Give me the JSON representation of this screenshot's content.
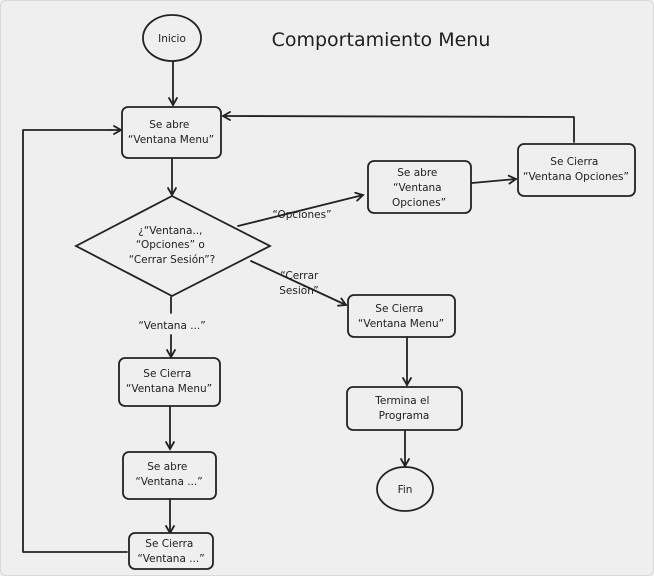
{
  "title": "Comportamiento Menu",
  "nodes": {
    "inicio": [
      "Inicio"
    ],
    "abre_menu": [
      "Se abre",
      "“Ventana Menu”"
    ],
    "decision": [
      "¿“Ventana..,",
      "“Opciones” o",
      "“Cerrar Sesión”?"
    ],
    "abre_opciones": [
      "Se abre",
      "“Ventana",
      "Opciones”"
    ],
    "cierra_opciones": [
      "Se Cierra",
      "“Ventana Opciones”"
    ],
    "cierra_menu_sesion": [
      "Se Cierra",
      "“Ventana Menu”"
    ],
    "termina": [
      "Termina el",
      "Programa"
    ],
    "fin": [
      "Fin"
    ],
    "cierra_menu_ventana": [
      "Se Cierra",
      "“Ventana Menu”"
    ],
    "abre_ventana": [
      "Se abre",
      "“Ventana ...”"
    ],
    "cierra_ventana": [
      "Se Cierra",
      "“Ventana ...”"
    ]
  },
  "edge_labels": {
    "opciones": [
      "“Opciones”"
    ],
    "cerrar_sesion": [
      "“Cerrar",
      "Sesión”"
    ],
    "ventana": [
      "“Ventana ...”"
    ]
  }
}
